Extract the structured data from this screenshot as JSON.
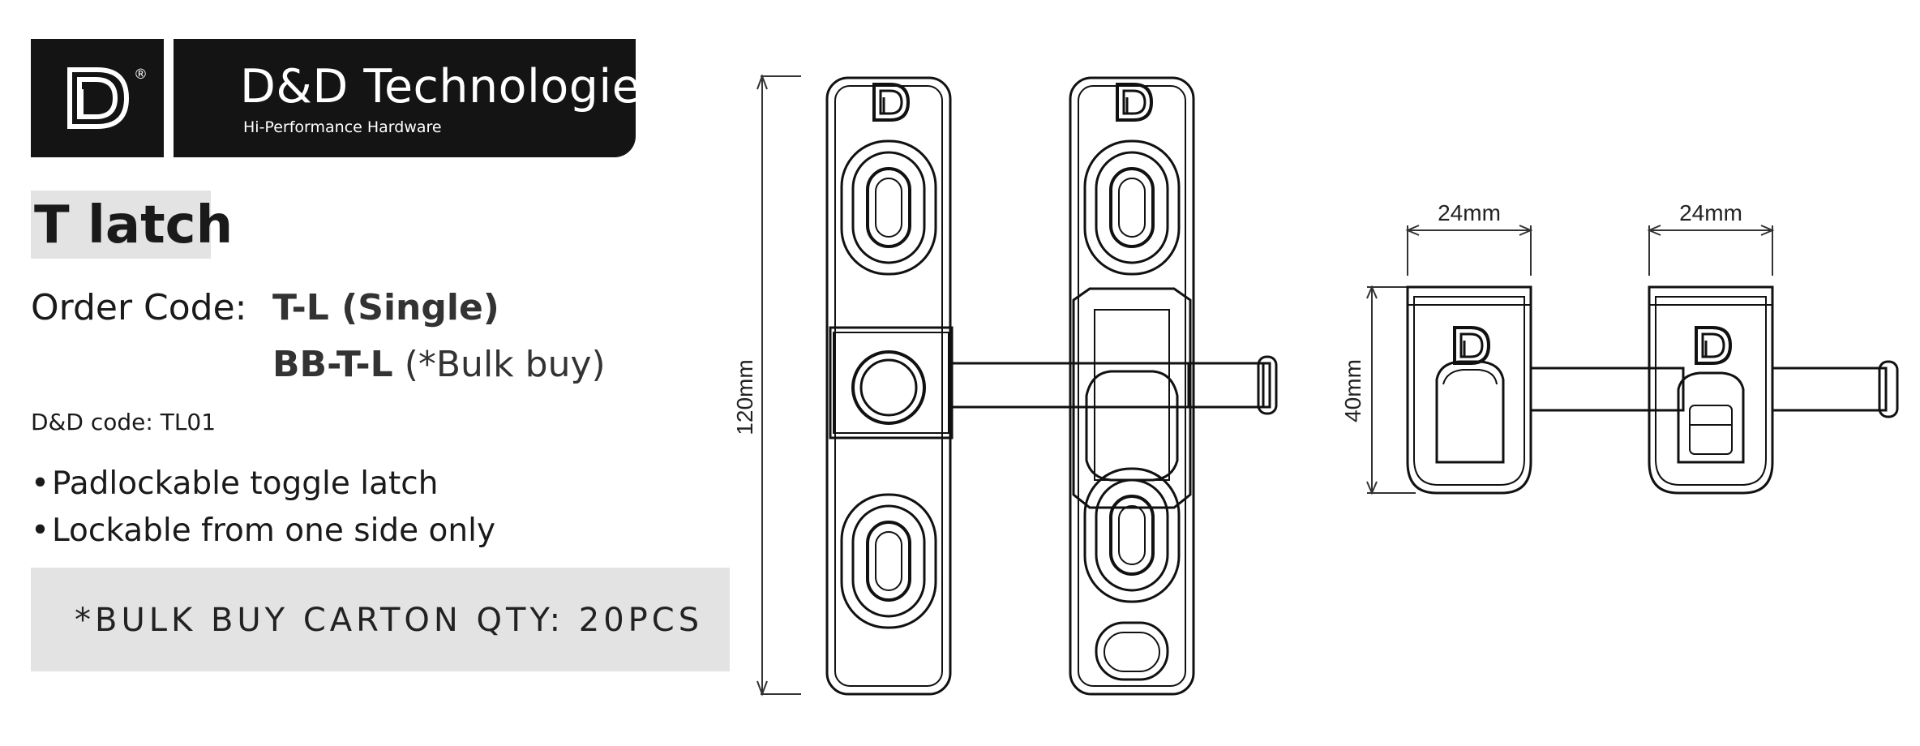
{
  "brand": {
    "name": "D&D Technologies",
    "tagline": "Hi-Performance Hardware",
    "registered_mark": "®"
  },
  "product": {
    "title": "T latch",
    "order_code_label": "Order Code:",
    "order_code_single": "T-L (Single)",
    "order_code_bulk_code": "BB-T-L",
    "order_code_bulk_note": " (*Bulk buy)",
    "dd_code": "D&D code: TL01",
    "features": [
      "Padlockable toggle latch",
      "Lockable from one side only"
    ],
    "bulk_note": "*BULK BUY CARTON QTY: 20PCS"
  },
  "dimensions": {
    "height": "120mm",
    "width_a": "24mm",
    "width_b": "24mm",
    "depth": "40mm"
  }
}
